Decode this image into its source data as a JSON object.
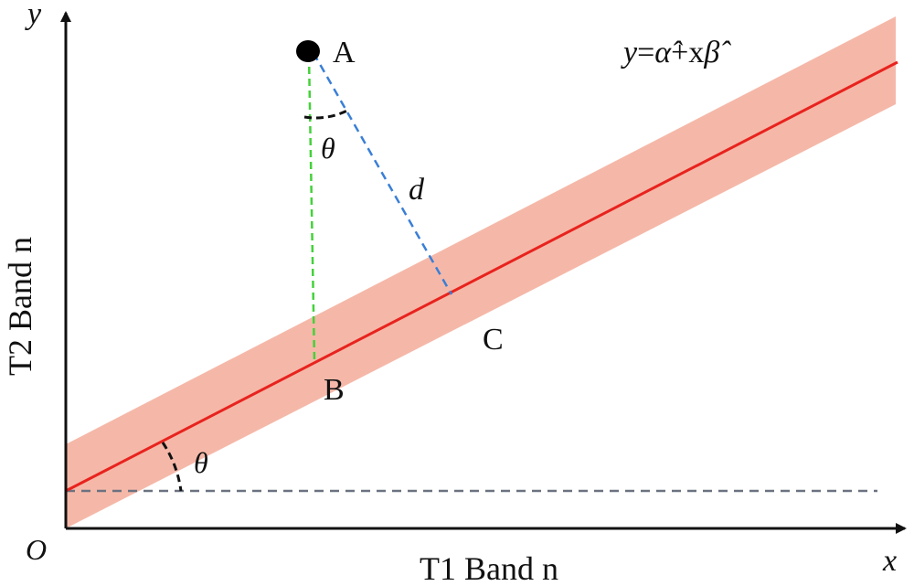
{
  "axes": {
    "y_axis_letter": "y",
    "x_axis_letter": "x",
    "origin_label": "O",
    "y_axis_title": "T2 Band n",
    "x_axis_title": "T1 Band n"
  },
  "points": {
    "a": "A",
    "b": "B",
    "c": "C"
  },
  "annotations": {
    "theta_top": "θ",
    "theta_bottom": "θ",
    "distance": "d"
  },
  "equation": {
    "lhs": "y",
    "eq": "=",
    "alpha": "α̂",
    "plus_x": "+x",
    "beta": "β̂"
  },
  "colors": {
    "regression_line": "#e8231e",
    "confidence_band": "#f5b8a8",
    "vertical_dashed": "#44d13a",
    "perpendicular_dashed": "#3a7fd6",
    "horizontal_dashed": "#6b7280",
    "axis": "#111111"
  }
}
